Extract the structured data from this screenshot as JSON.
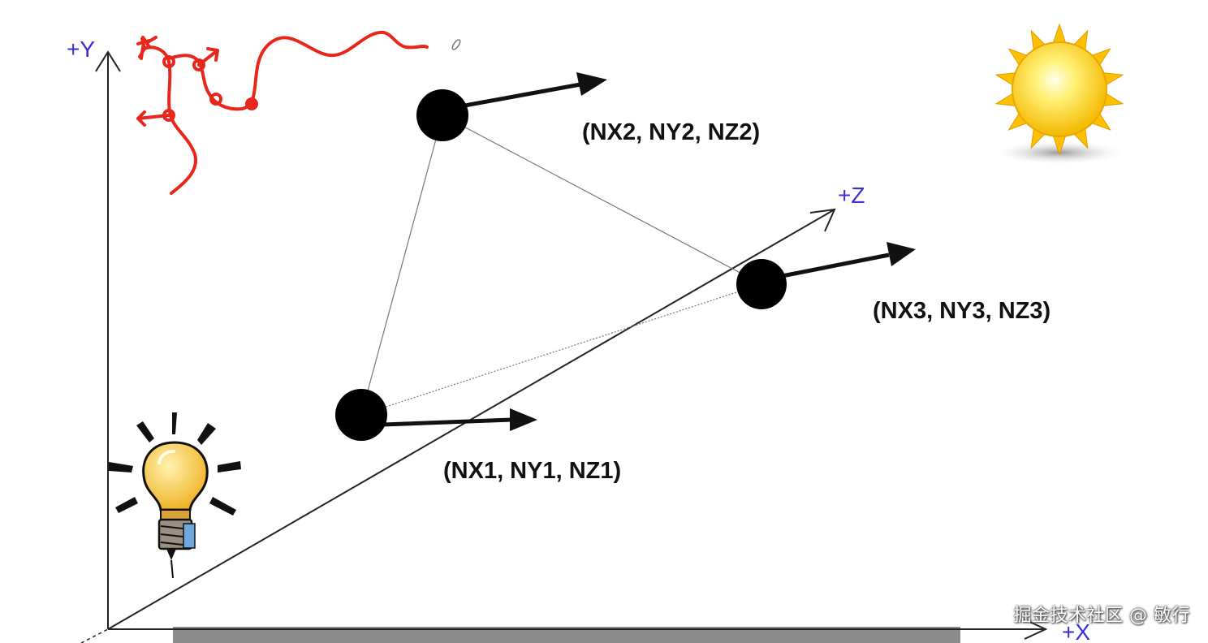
{
  "axes": {
    "y_label": "+Y",
    "z_label": "+Z",
    "x_label": "+X"
  },
  "normals": {
    "v1_label": "(NX1, NY1, NZ1)",
    "v2_label": "(NX2, NY2, NZ2)",
    "v3_label": "(NX3, NY3, NZ3)"
  },
  "icons": {
    "light": "lightbulb-icon",
    "sun": "sun-icon",
    "scribble": "red-scribble",
    "pencil": "pencil-icon"
  },
  "colors": {
    "axis_label": "#3a2fd6",
    "scribble": "#e8261c",
    "sun": "#ffd21a",
    "bulb": "#f5c842"
  },
  "watermark": "掘金技术社区 @ 敏行"
}
